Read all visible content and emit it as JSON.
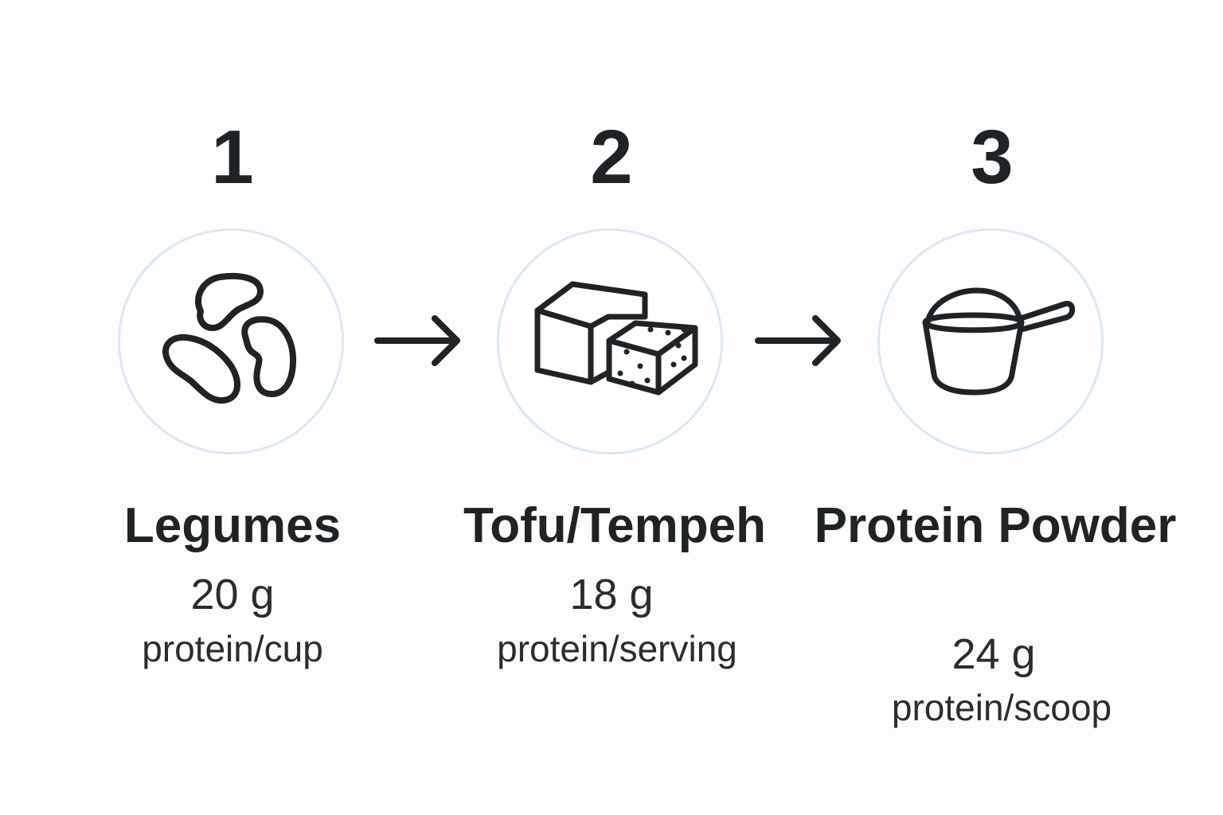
{
  "steps": [
    {
      "number": "1",
      "icon": "beans-icon",
      "title": "Legumes",
      "amount": "20 g",
      "unit": "protein/cup"
    },
    {
      "number": "2",
      "icon": "tofu-tempeh-icon",
      "title": "Tofu/Tempeh",
      "amount": "18 g",
      "unit": "protein/serving"
    },
    {
      "number": "3",
      "icon": "protein-scoop-icon",
      "title": "Protein Powder",
      "amount": "24 g",
      "unit": "protein/scoop"
    }
  ],
  "colors": {
    "text": "#1f2326",
    "circle_border": "#dbe7f5",
    "icon_stroke": "#1f2326",
    "background": "#fdfdfd"
  },
  "connectors": [
    "arrow-right-icon",
    "arrow-right-icon"
  ]
}
